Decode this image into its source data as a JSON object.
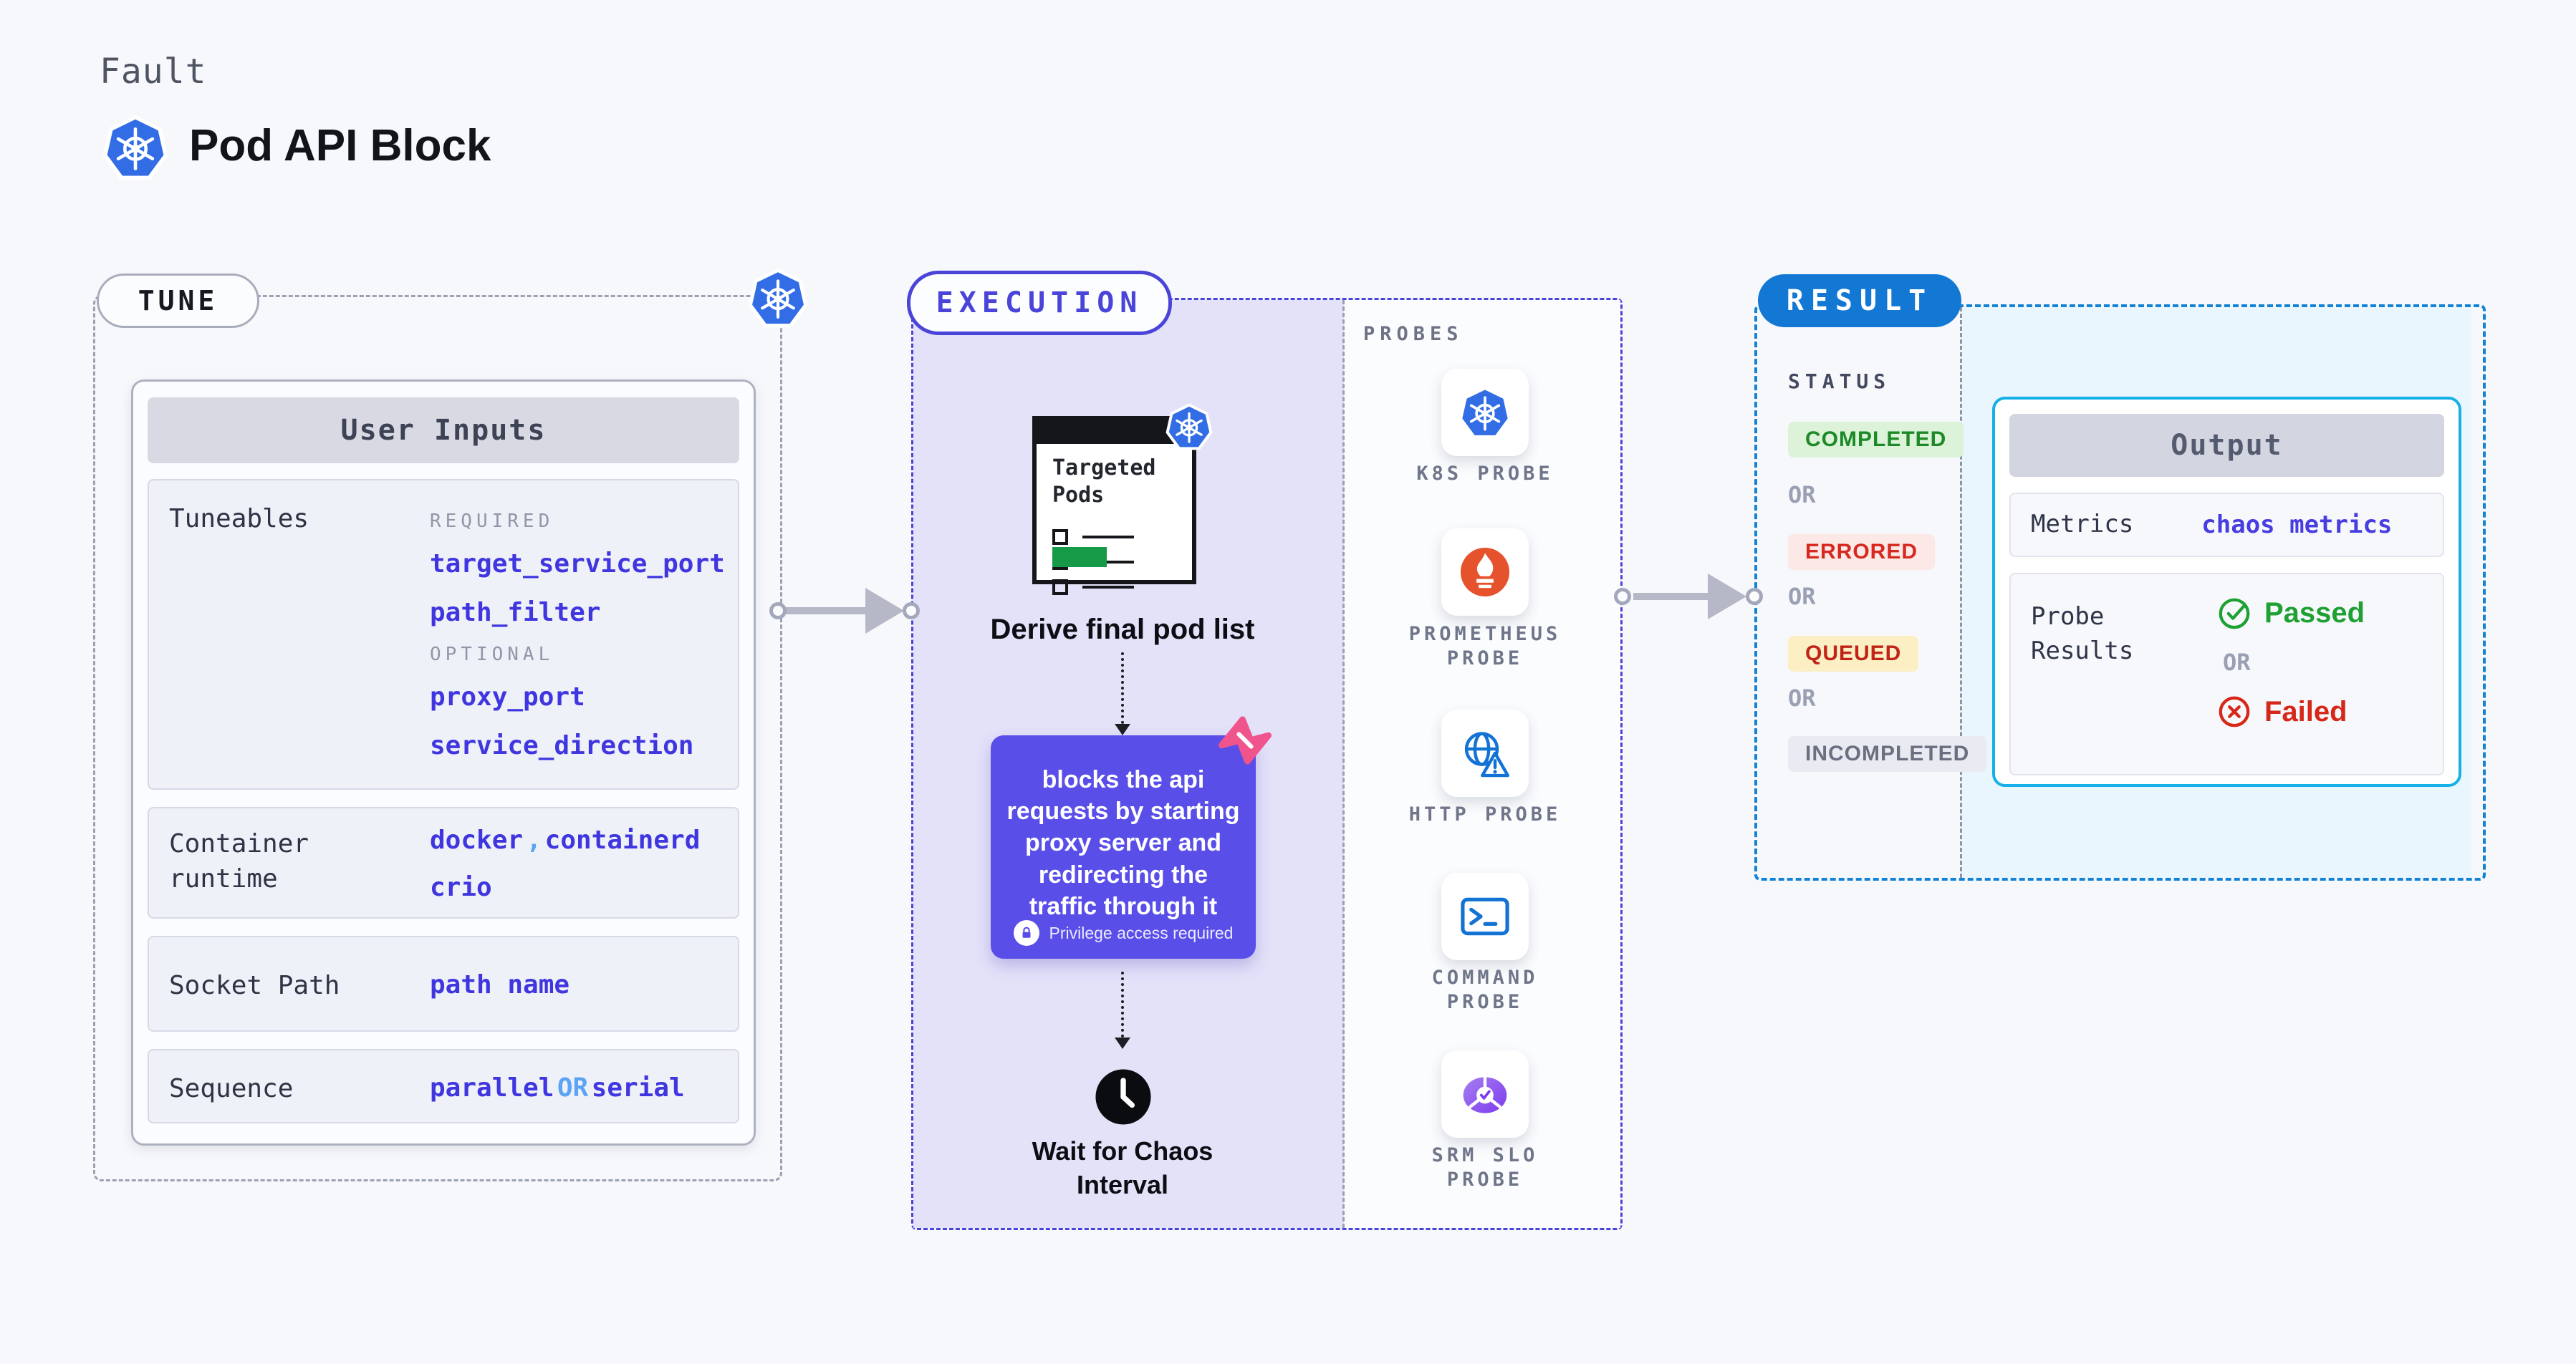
{
  "header": {
    "kicker": "Fault",
    "title": "Pod API Block",
    "logo_icon": "kubernetes-logo"
  },
  "tune": {
    "badge": "TUNE",
    "corner_icon": "kubernetes-logo",
    "user_inputs": {
      "title": "User Inputs",
      "tuneables": {
        "label": "Tuneables",
        "required_label": "REQUIRED",
        "required_values": [
          "target_service_port",
          "path_filter"
        ],
        "optional_label": "OPTIONAL",
        "optional_values": [
          "proxy_port",
          "service_direction"
        ]
      },
      "container_runtime": {
        "label": "Container runtime",
        "value_1": "docker",
        "separator": ",",
        "value_2": "containerd",
        "value_3": "crio"
      },
      "socket_path": {
        "label": "Socket Path",
        "value": "path name"
      },
      "sequence": {
        "label": "Sequence",
        "value_a": "parallel",
        "or": "OR",
        "value_b": "serial"
      }
    }
  },
  "execution": {
    "badge": "EXECUTION",
    "targeted_pods": {
      "title": "Targeted Pods",
      "icon": "kubernetes-logo"
    },
    "derive_label": "Derive final pod list",
    "action_block": {
      "text": "blocks the api requests by starting proxy server and redirecting the traffic through it",
      "privilege_note": "Privilege access required",
      "corner_icon": "chaos-pink-icon",
      "color": "#5a4ee9"
    },
    "wait_label": "Wait for Chaos Interval",
    "clock_icon": "clock-icon"
  },
  "probes": {
    "title": "PROBES",
    "items": [
      {
        "label": "K8S PROBE",
        "icon": "kubernetes-probe-icon"
      },
      {
        "label": "PROMETHEUS PROBE",
        "icon": "prometheus-probe-icon"
      },
      {
        "label": "HTTP PROBE",
        "icon": "http-probe-icon"
      },
      {
        "label": "COMMAND PROBE",
        "icon": "command-probe-icon"
      },
      {
        "label": "SRM SLO PROBE",
        "icon": "srm-slo-probe-icon"
      }
    ]
  },
  "result": {
    "badge": "RESULT",
    "status": {
      "label": "STATUS",
      "or_label": "OR",
      "items": [
        {
          "text": "COMPLETED",
          "fg": "#1d8a27",
          "bg": "#dcf3da"
        },
        {
          "text": "ERRORED",
          "fg": "#d6281e",
          "bg": "#fce8e6"
        },
        {
          "text": "QUEUED",
          "fg": "#c02317",
          "bg": "#fcefc3"
        },
        {
          "text": "INCOMPLETED",
          "fg": "#6a7080",
          "bg": "#eaebf2"
        }
      ]
    },
    "output": {
      "title": "Output",
      "metrics_label": "Metrics",
      "metrics_value": "chaos metrics",
      "probe_results_label": "Probe Results",
      "passed_label": "Passed",
      "or_label": "OR",
      "failed_label": "Failed",
      "passed_color": "#1fa033",
      "failed_color": "#d62718"
    }
  },
  "accent_colors": {
    "tune_border": "#9aa1b0",
    "execution_indigo": "#4a44d8",
    "execution_fill": "#e4e2f9",
    "result_blue": "#1283d6",
    "output_cyan": "#16b0e8",
    "value_blue": "#3f36df",
    "kubernetes_blue": "#326de6",
    "prometheus_orange": "#e6522c"
  }
}
